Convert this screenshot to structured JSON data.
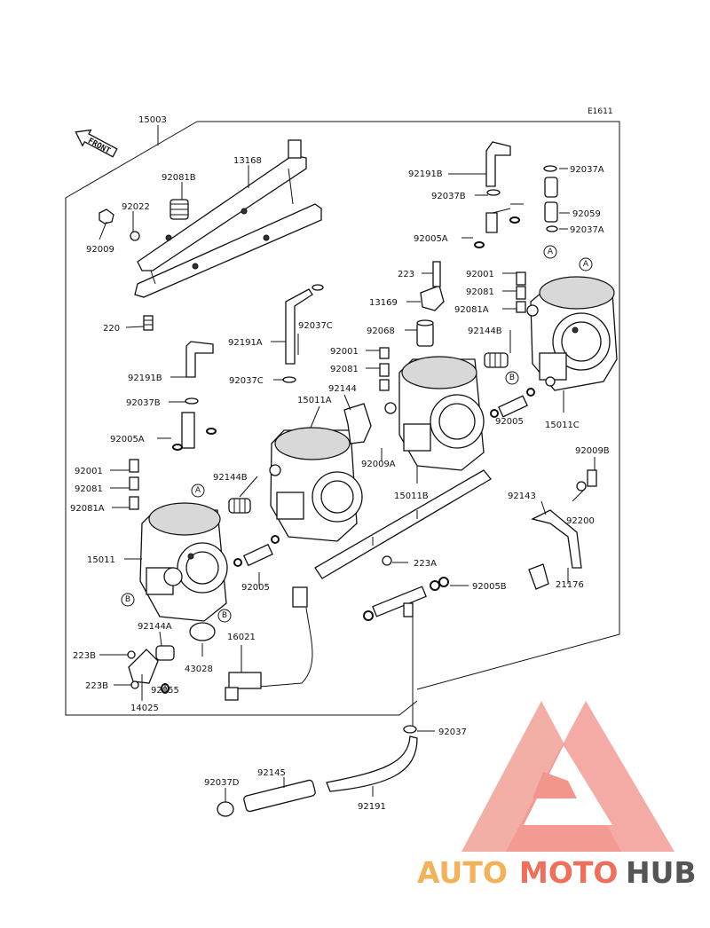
{
  "figure_code": "E1611",
  "front_marker": "FRONT",
  "ref_callouts": {
    "A": "A",
    "B": "B"
  },
  "parts": [
    {
      "key": "p15003",
      "label": "15003"
    },
    {
      "key": "p13168",
      "label": "13168"
    },
    {
      "key": "p92081b",
      "label": "92081B"
    },
    {
      "key": "p92022",
      "label": "92022"
    },
    {
      "key": "p92009",
      "label": "92009"
    },
    {
      "key": "p220",
      "label": "220"
    },
    {
      "key": "p92191b_top",
      "label": "92191B"
    },
    {
      "key": "p92037a_1",
      "label": "92037A"
    },
    {
      "key": "p92037b_top",
      "label": "92037B"
    },
    {
      "key": "p92059",
      "label": "92059"
    },
    {
      "key": "p92005a_top",
      "label": "92005A"
    },
    {
      "key": "p92037a_2",
      "label": "92037A"
    },
    {
      "key": "p223",
      "label": "223"
    },
    {
      "key": "p92001_r",
      "label": "92001"
    },
    {
      "key": "p13169",
      "label": "13169"
    },
    {
      "key": "p92081_r",
      "label": "92081"
    },
    {
      "key": "p92081a_r",
      "label": "92081A"
    },
    {
      "key": "p92037c_top",
      "label": "92037C"
    },
    {
      "key": "p92068",
      "label": "92068"
    },
    {
      "key": "p92144b_r",
      "label": "92144B"
    },
    {
      "key": "p92191a",
      "label": "92191A"
    },
    {
      "key": "p92001_m",
      "label": "92001"
    },
    {
      "key": "p92081_m",
      "label": "92081"
    },
    {
      "key": "p92191b_l",
      "label": "92191B"
    },
    {
      "key": "p92037c_l",
      "label": "92037C"
    },
    {
      "key": "p92144",
      "label": "92144"
    },
    {
      "key": "p15011a",
      "label": "15011A"
    },
    {
      "key": "p92037b_l",
      "label": "92037B"
    },
    {
      "key": "p92005",
      "label": "92005"
    },
    {
      "key": "p15011c",
      "label": "15011C"
    },
    {
      "key": "p92005a_l",
      "label": "92005A"
    },
    {
      "key": "p92009a",
      "label": "92009A"
    },
    {
      "key": "p92009b",
      "label": "92009B"
    },
    {
      "key": "p92001_l",
      "label": "92001"
    },
    {
      "key": "p92144b_m",
      "label": "92144B"
    },
    {
      "key": "p15011b",
      "label": "15011B"
    },
    {
      "key": "p92081_l",
      "label": "92081"
    },
    {
      "key": "p92143",
      "label": "92143"
    },
    {
      "key": "p92081a_l",
      "label": "92081A"
    },
    {
      "key": "p92200",
      "label": "92200"
    },
    {
      "key": "p15011",
      "label": "15011"
    },
    {
      "key": "p223a",
      "label": "223A"
    },
    {
      "key": "p92005_m",
      "label": "92005"
    },
    {
      "key": "p21176",
      "label": "21176"
    },
    {
      "key": "p92005b",
      "label": "92005B"
    },
    {
      "key": "p92144a",
      "label": "92144A"
    },
    {
      "key": "p16021",
      "label": "16021"
    },
    {
      "key": "p223b_1",
      "label": "223B"
    },
    {
      "key": "p43028",
      "label": "43028"
    },
    {
      "key": "p223b_2",
      "label": "223B"
    },
    {
      "key": "p92055",
      "label": "92055"
    },
    {
      "key": "p14025",
      "label": "14025"
    },
    {
      "key": "p92037",
      "label": "92037"
    },
    {
      "key": "p92145",
      "label": "92145"
    },
    {
      "key": "p92037d",
      "label": "92037D"
    },
    {
      "key": "p92191",
      "label": "92191"
    }
  ],
  "watermark": {
    "part1": "AUTO",
    "part2": "MOTO",
    "part3": "HUB",
    "colors": {
      "auto": "#f3b25a",
      "moto": "#ef6f5a",
      "hub": "#555555",
      "triangle": "#f0837a"
    }
  }
}
